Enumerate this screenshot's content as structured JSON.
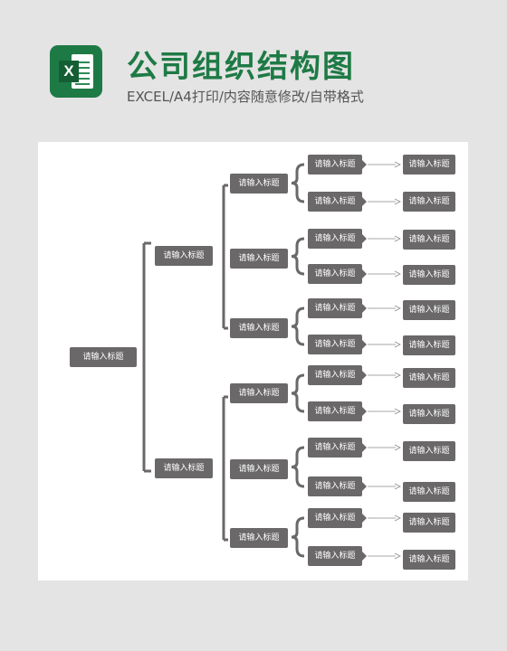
{
  "header": {
    "title": "公司组织结构图",
    "subtitle": "EXCEL/A4打印/内容随意修改/自带格式",
    "icon": "excel-icon",
    "icon_letter": "X",
    "accent": "#1e7a45"
  },
  "org": {
    "root": "请输入标题",
    "level1": [
      "请输入标题",
      "请输入标题"
    ],
    "level2": [
      "请输入标题",
      "请输入标题",
      "请输入标题",
      "请输入标题",
      "请输入标题",
      "请输入标题"
    ],
    "level3": [
      "请输入标题",
      "请输入标题",
      "请输入标题",
      "请输入标题",
      "请输入标题",
      "请输入标题",
      "请输入标题",
      "请输入标题",
      "请输入标题",
      "请输入标题",
      "请输入标题",
      "请输入标题"
    ],
    "level4": [
      "请输入标题",
      "请输入标题",
      "请输入标题",
      "请输入标题",
      "请输入标题",
      "请输入标题",
      "请输入标题",
      "请输入标题",
      "请输入标题",
      "请输入标题",
      "请输入标题",
      "请输入标题"
    ]
  }
}
